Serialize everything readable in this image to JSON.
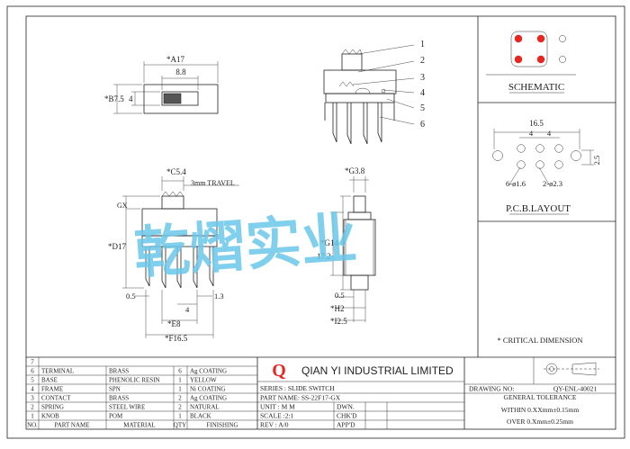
{
  "watermark": "乾熠实业",
  "callouts": [
    "1",
    "2",
    "3",
    "4",
    "5",
    "6"
  ],
  "panels": {
    "schematic": "SCHEMATIC",
    "pcb_layout": "P.C.B.LAYOUT",
    "critical_note": "* CRITICAL DIMENSION"
  },
  "pcb_dims": {
    "width": "16.5",
    "pitch_a": "4",
    "pitch_b": "4",
    "holes": "6-ø1.6",
    "pads": "2-ø2.3",
    "height": "2.5"
  },
  "top_view": {
    "a": "*A17",
    "a_inner": "8.8",
    "b": "*B7.5",
    "b_inner": "4"
  },
  "front_view": {
    "c": "*C5.4",
    "travel": "3mm TRAVEL",
    "gx": "GX",
    "d": "*D17",
    "pin_w": "0.5",
    "pin_gap": "4",
    "e": "*E8",
    "f": "*F16.5",
    "lead_w": "1.3"
  },
  "side_view": {
    "g_top": "*G3.8",
    "g14": "*G14",
    "total": "17.2",
    "thk": "0.5",
    "h": "*H2",
    "i": "*I2.5"
  },
  "bom": {
    "rows": [
      {
        "no": "7",
        "part": "",
        "material": "",
        "qty": "",
        "finishing": ""
      },
      {
        "no": "6",
        "part": "TERMINAL",
        "material": "BRASS",
        "qty": "6",
        "finishing": "Ag COATING"
      },
      {
        "no": "5",
        "part": "BASE",
        "material": "PHENOLIC RESIN",
        "qty": "1",
        "finishing": "YELLOW"
      },
      {
        "no": "4",
        "part": "FRAME",
        "material": "SPN",
        "qty": "1",
        "finishing": "Ni COATING"
      },
      {
        "no": "3",
        "part": "CONTACT",
        "material": "BRASS",
        "qty": "2",
        "finishing": "Ag COATING"
      },
      {
        "no": "2",
        "part": "SPRING",
        "material": "STEEL WIRE",
        "qty": "2",
        "finishing": "NATURAL"
      },
      {
        "no": "1",
        "part": "KNOB",
        "material": "POM",
        "qty": "1",
        "finishing": "BLACK"
      }
    ],
    "header": {
      "no": "NO.",
      "part": "PART NAME",
      "material": "MATERIAL",
      "qty": "QTY",
      "finishing": "FINISHING"
    }
  },
  "title_block": {
    "logo": "Q",
    "company": "QIAN YI INDUSTRIAL LIMITED",
    "series": "SERIES : SLIDE SWITCH",
    "part_name": "PART NAME: SS-22F17-GX",
    "unit": "UNIT : M M",
    "scale": "SCALE :2:1",
    "rev": "REV : A/0",
    "dwn": "DWN.",
    "chkd": "CHK'D",
    "appd": "APP'D",
    "drawing_no_label": "DRAWING NO:",
    "drawing_no": "QY-ENL-40021",
    "tolerance_title": "GENERAL TOLERANCE",
    "tol_within": "WITHIN 0.XXmm±0.15mm",
    "tol_over": "OVER  0.Xmm±0.25mm"
  }
}
